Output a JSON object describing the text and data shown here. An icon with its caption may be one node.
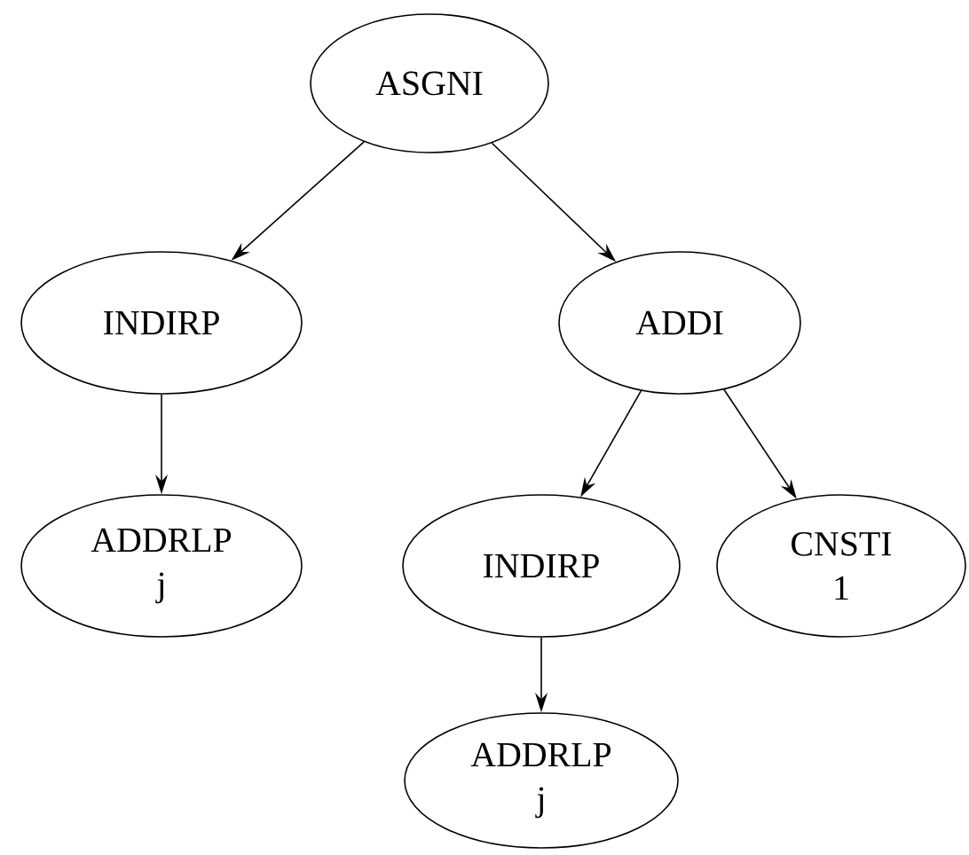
{
  "diagram": {
    "nodes": [
      {
        "text": [
          "ASGNI"
        ]
      },
      {
        "text": [
          "INDIRP"
        ]
      },
      {
        "text": [
          "ADDI"
        ]
      },
      {
        "text": [
          "ADDRLP",
          "j"
        ]
      },
      {
        "text": [
          "INDIRP"
        ]
      },
      {
        "text": [
          "CNSTI",
          "1"
        ]
      },
      {
        "text": [
          "ADDRLP",
          "j"
        ]
      }
    ],
    "edges": [
      {
        "from": 0,
        "to": 1,
        "arrow": "to"
      },
      {
        "from": 0,
        "to": 2,
        "arrow": "to"
      },
      {
        "from": 1,
        "to": 3,
        "arrow": "to"
      },
      {
        "from": 2,
        "to": 4,
        "arrow": "to"
      },
      {
        "from": 2,
        "to": 5,
        "arrow": "to"
      },
      {
        "from": 4,
        "to": 6,
        "arrow": "to"
      }
    ]
  }
}
